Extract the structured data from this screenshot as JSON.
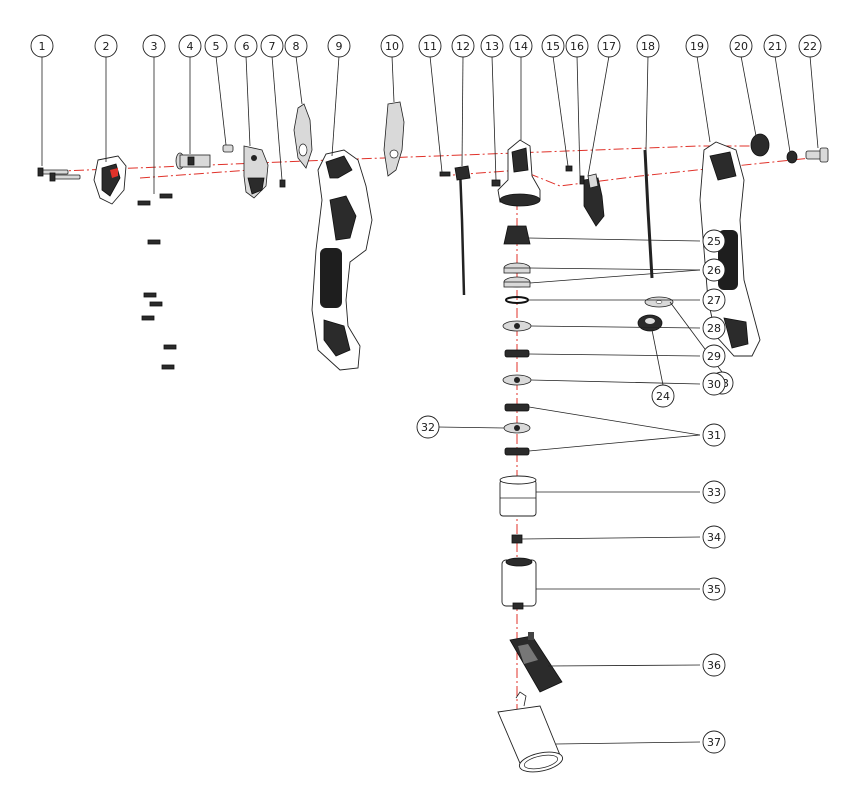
{
  "diagram": {
    "callouts": [
      {
        "id": "c1",
        "label": "1"
      },
      {
        "id": "c2",
        "label": "2"
      },
      {
        "id": "c3",
        "label": "3"
      },
      {
        "id": "c4",
        "label": "4"
      },
      {
        "id": "c5",
        "label": "5"
      },
      {
        "id": "c6",
        "label": "6"
      },
      {
        "id": "c7",
        "label": "7"
      },
      {
        "id": "c8",
        "label": "8"
      },
      {
        "id": "c9",
        "label": "9"
      },
      {
        "id": "c10",
        "label": "10"
      },
      {
        "id": "c11",
        "label": "11"
      },
      {
        "id": "c12",
        "label": "12"
      },
      {
        "id": "c13",
        "label": "13"
      },
      {
        "id": "c14",
        "label": "14"
      },
      {
        "id": "c15",
        "label": "15"
      },
      {
        "id": "c16",
        "label": "16"
      },
      {
        "id": "c17",
        "label": "17"
      },
      {
        "id": "c18",
        "label": "18"
      },
      {
        "id": "c19",
        "label": "19"
      },
      {
        "id": "c20",
        "label": "20"
      },
      {
        "id": "c21",
        "label": "21"
      },
      {
        "id": "c22",
        "label": "22"
      },
      {
        "id": "c23",
        "label": "23"
      },
      {
        "id": "c24",
        "label": "24"
      },
      {
        "id": "c25",
        "label": "25"
      },
      {
        "id": "c26",
        "label": "26"
      },
      {
        "id": "c27",
        "label": "27"
      },
      {
        "id": "c28",
        "label": "28"
      },
      {
        "id": "c29",
        "label": "29"
      },
      {
        "id": "c30",
        "label": "30"
      },
      {
        "id": "c31",
        "label": "31"
      },
      {
        "id": "c32",
        "label": "32"
      },
      {
        "id": "c33",
        "label": "33"
      },
      {
        "id": "c34",
        "label": "34"
      },
      {
        "id": "c35",
        "label": "35"
      },
      {
        "id": "c36",
        "label": "36"
      },
      {
        "id": "c37",
        "label": "37"
      }
    ],
    "colors": {
      "axis_line": "#e0322a",
      "part_dark": "#2b2b2b",
      "part_light": "#d9d9d9",
      "outline": "#222222"
    }
  }
}
